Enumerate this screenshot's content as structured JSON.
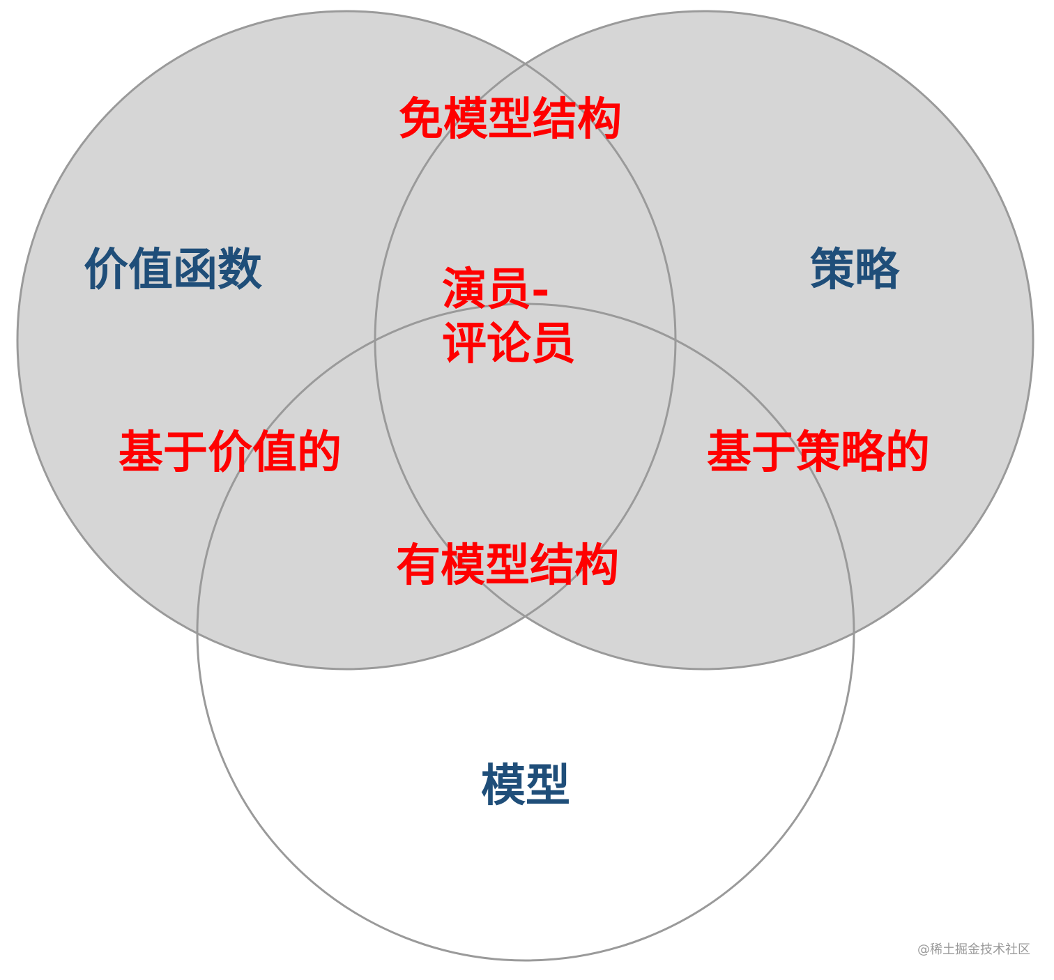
{
  "sets": {
    "value_function": "价值函数",
    "policy": "策略",
    "model": "模型"
  },
  "regions": {
    "model_free": "免模型结构",
    "actor_critic_line1": "演员-",
    "actor_critic_line2": "评论员",
    "value_based": "基于价值的",
    "policy_based": "基于策略的",
    "model_based": "有模型结构"
  },
  "watermark": "@稀土掘金技术社区",
  "colors": {
    "set_label": "#1f4e79",
    "region_label": "#ff0000",
    "circle_fill": "#d6d6d6",
    "circle_stroke": "#9a9a9a"
  }
}
